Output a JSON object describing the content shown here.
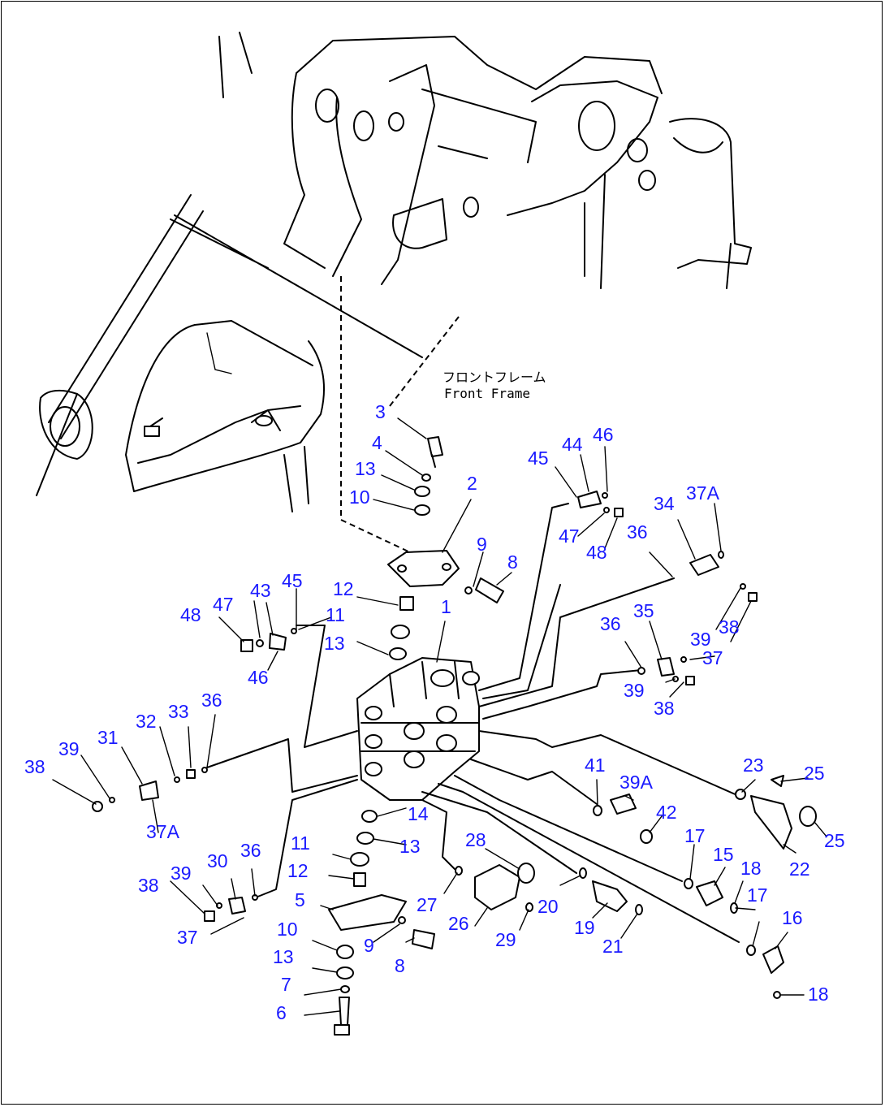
{
  "frame_note": {
    "japanese": "フロントフレーム",
    "english": "Front Frame"
  },
  "callouts": [
    "3",
    "4",
    "13",
    "10",
    "2",
    "9",
    "8",
    "12",
    "1",
    "11",
    "13",
    "45",
    "43",
    "47",
    "48",
    "46",
    "44",
    "46",
    "45",
    "47",
    "48",
    "34",
    "37A",
    "36",
    "39",
    "38",
    "36",
    "35",
    "37",
    "39",
    "38",
    "38",
    "39",
    "31",
    "32",
    "33",
    "36",
    "37A",
    "14",
    "13",
    "11",
    "12",
    "5",
    "10",
    "9",
    "8",
    "13",
    "7",
    "6",
    "38",
    "39",
    "30",
    "36",
    "37",
    "28",
    "27",
    "26",
    "29",
    "20",
    "19",
    "21",
    "41",
    "39A",
    "42",
    "23",
    "25",
    "25",
    "22",
    "17",
    "15",
    "18",
    "17",
    "16",
    "18"
  ]
}
